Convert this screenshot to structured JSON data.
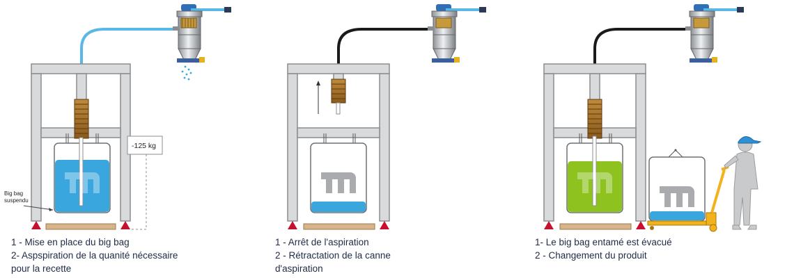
{
  "panels": [
    {
      "caption": [
        "1 - Mise en place du big bag",
        "2- Aspspiration de la quanité nécessaire",
        "pour la recette"
      ],
      "weight_label": "-125 kg",
      "bag_label": [
        "Big bag",
        "suspendu"
      ]
    },
    {
      "caption": [
        "1 - Arrêt de l'aspiration",
        "2 - Rétractation de la canne",
        "d'aspiration"
      ]
    },
    {
      "caption": [
        "1- Le big bag entamé est évacué",
        "2 - Changement du produit"
      ]
    }
  ],
  "colors": {
    "frame": "#d9dadc",
    "frame_stroke": "#8a8d91",
    "product_blue": "#3aa6de",
    "product_green": "#8dc21f",
    "hose_active": "#5bb8e6",
    "hose_idle": "#1a1a1a",
    "filter_brown": "#b07a2c",
    "foot_red": "#c8102e",
    "pallet": "#d8b48a",
    "pallet_truck": "#f3b21b",
    "operator_grey": "#c9cacc",
    "cap_blue": "#2f8fd3"
  },
  "icons": [
    "vacuum-receiver-icon",
    "logo-icon",
    "operator-icon",
    "pallet-truck-icon",
    "arrow-up-icon"
  ]
}
